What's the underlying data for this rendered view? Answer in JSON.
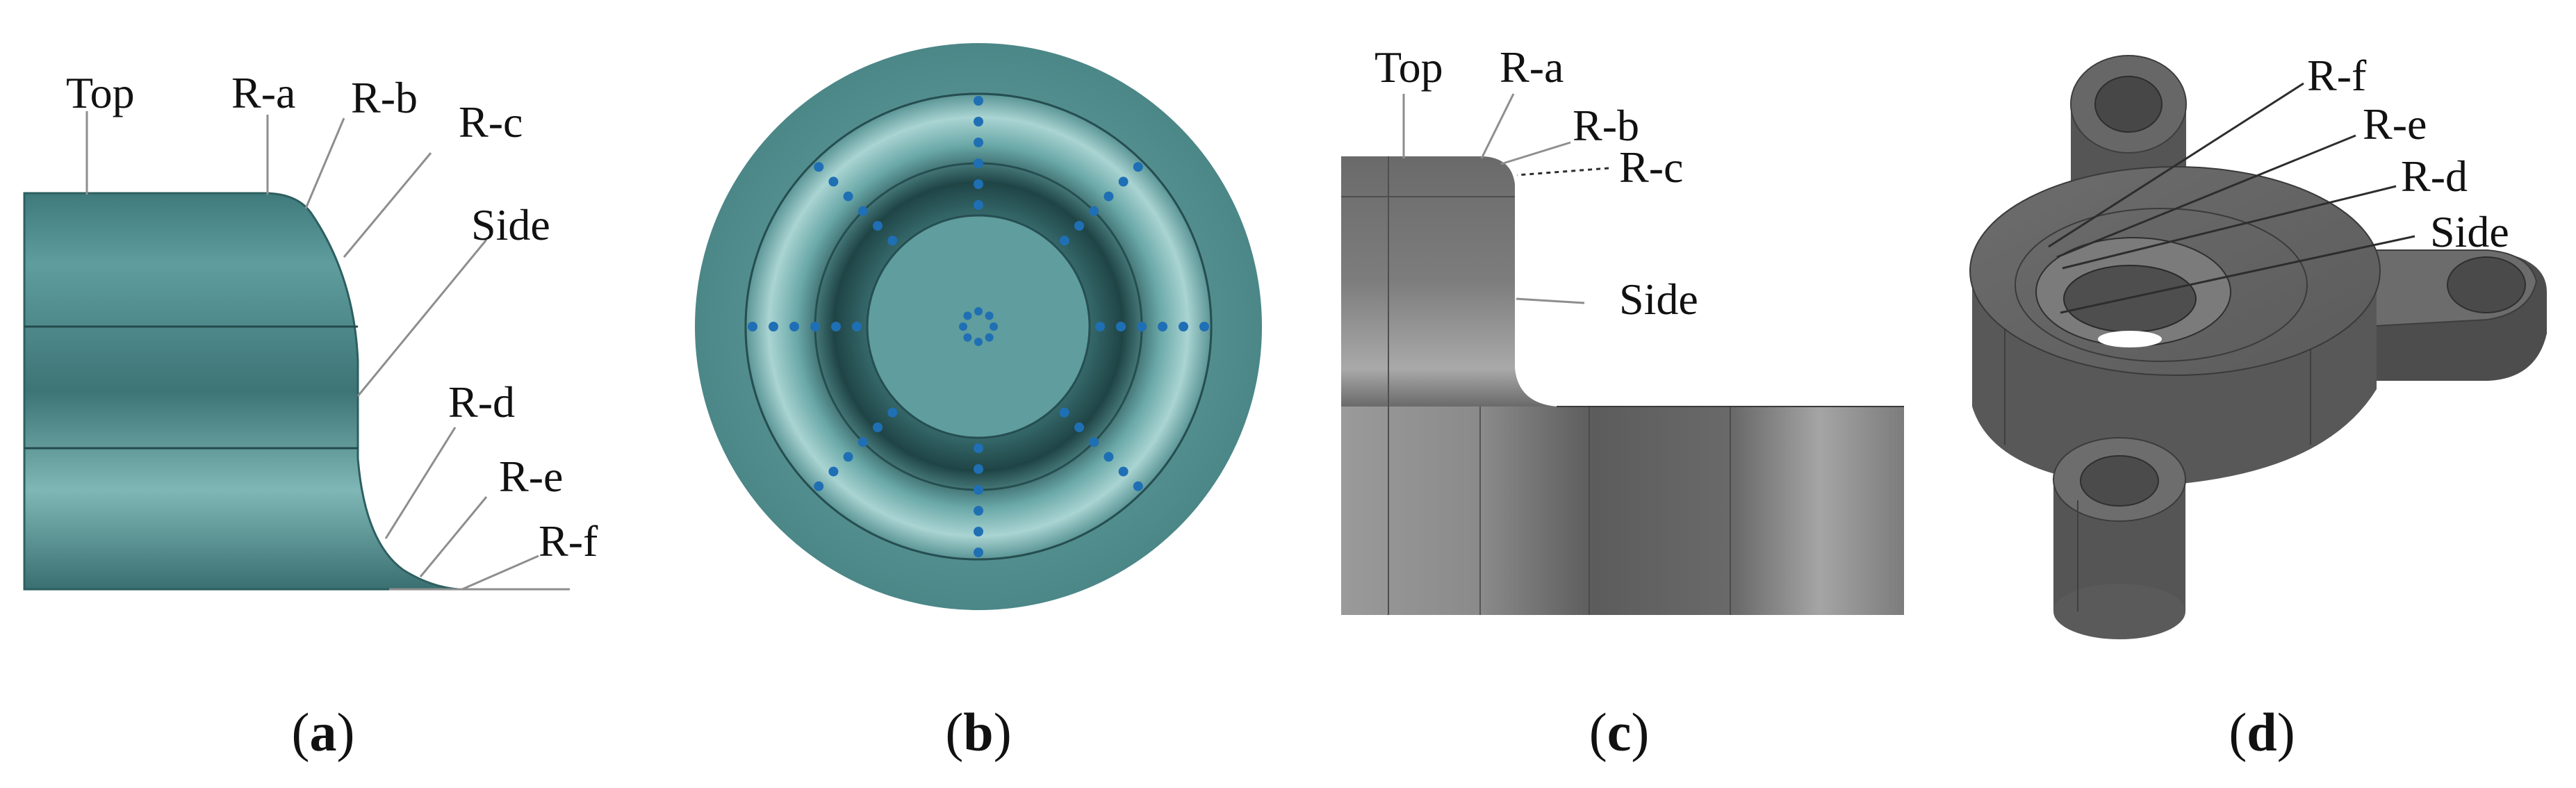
{
  "panels": [
    {
      "id": "a",
      "caption_open": "(",
      "caption_letter": "a",
      "caption_close": ")",
      "labels": [
        "Top",
        "R-a",
        "R-b",
        "R-c",
        "Side",
        "R-d",
        "R-e",
        "R-f"
      ]
    },
    {
      "id": "b",
      "caption_open": "(",
      "caption_letter": "b",
      "caption_close": ")",
      "labels": []
    },
    {
      "id": "c",
      "caption_open": "(",
      "caption_letter": "c",
      "caption_close": ")",
      "labels": [
        "Top",
        "R-a",
        "R-b",
        "R-c",
        "Side"
      ]
    },
    {
      "id": "d",
      "caption_open": "(",
      "caption_letter": "d",
      "caption_close": ")",
      "labels": [
        "R-f",
        "R-e",
        "R-d",
        "Side"
      ]
    }
  ],
  "colors": {
    "teal_surface": "#4f8e90",
    "teal_light": "#8fc5c4",
    "teal_dark": "#2f6062",
    "gray_surface": "#6f6f6f",
    "gray_light": "#b9b9b9",
    "gray_dark": "#3c3c3c",
    "probe_points": "#1f6fb5",
    "leader_line": "#8e8e8e"
  }
}
